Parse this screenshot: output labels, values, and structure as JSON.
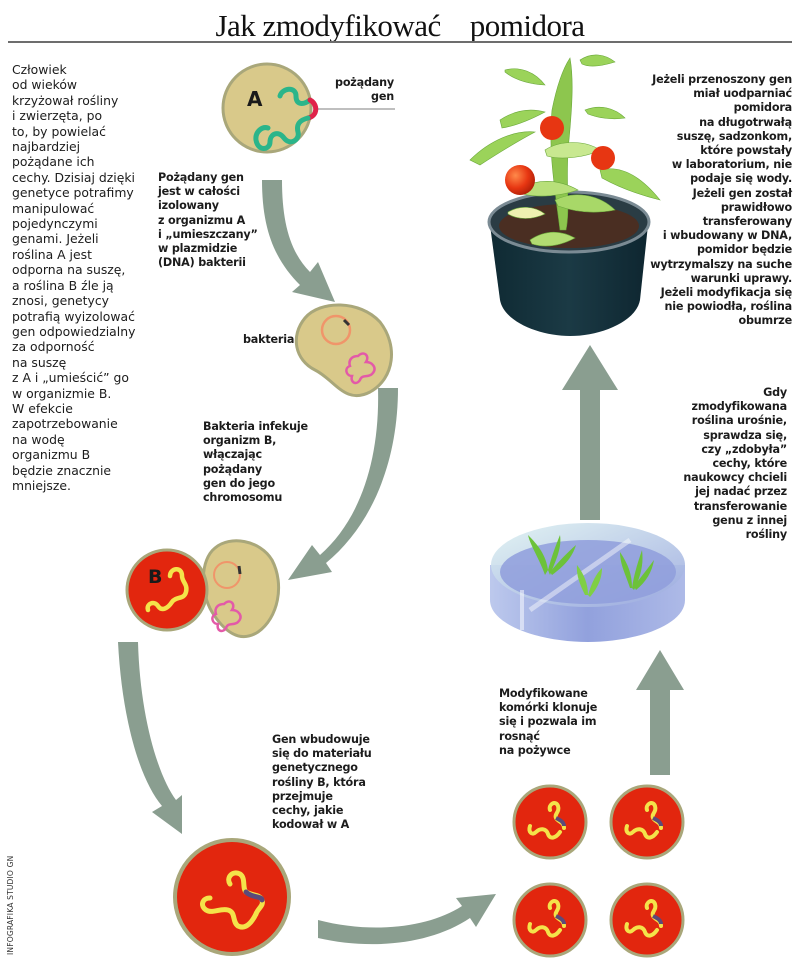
{
  "header": {
    "title": "Jak zmodyfikować    pomidora"
  },
  "intro_text": "Człowiek\nod wieków\nkrzyżował rośliny\ni zwierzęta, po\nto, by powielać\nnajbardziej\npożądane ich\ncechy. Dzisiaj dzięki\ngenetyce potrafimy\nmanipulować\npojedynczymi\ngenami. Jeżeli\nroślina A jest\nodporna na suszę,\na roślina B źle ją\nznosi, genetycy\npotrafią wyizolować\ngen odpowiedzialny\nza odporność\nna suszę\nz A i „umieścić” go\nw organizmie B.\nW efekcie\nzapotrzebowanie\nna wodę\norganizmu B\nbędzie znacznie\nmniejsze.",
  "labels": {
    "organism_a": "A",
    "organism_b": "B",
    "desired_gene": "pożądany\ngen",
    "bacterium": "bakteria"
  },
  "steps": [
    {
      "id": "isolate",
      "text": "Pożądany gen\njest w całości\nizolowany\nz organizmu A\ni „umieszczany”\nw plazmidzie\n(DNA) bakterii"
    },
    {
      "id": "infect",
      "text": "Bakteria infekuje\norganizm B,\nwłączając\npożądany\ngen do jego\nchromosomu"
    },
    {
      "id": "integrate",
      "text": "Gen wbudowuje\nsię do materiału\ngenetycznego\nrośliny B, która\nprzejmuje\ncechy, jakie\nkodował w A"
    },
    {
      "id": "clone",
      "text": "Modyfikowane\nkomórki klonuje\nsię i pozwala im\nrosnąć\nna pożywce"
    },
    {
      "id": "check",
      "text": "Gdy\nzmodyfikowana\nroślina urośnie,\nsprawdza się,\nczy „zdobyła”\ncechy, które\nnaukowcy chcieli\njej nadać przez\ntransferowanie\ngenu z innej\nrośliny"
    },
    {
      "id": "result",
      "text": "Jeżeli przenoszony gen\nmiał uodparniać\npomidora\nna długotrwałą\nsuszę, sadzonkom,\nktóre powstały\nw laboratorium, nie\npodaje się wody.\nJeżeli gen został\nprawidłowo\ntransferowany\ni wbudowany w DNA,\npomidor będzie\nwytrzymalszy na suche\nwarunki uprawy.\nJeżeli modyfikacja się\nnie powiodła, roślina\nobumrze"
    }
  ],
  "credit": "INFOGRAFIKA STUDIO GN",
  "colors": {
    "arrow": "#8a9e90",
    "cell_a_fill": "#d9c98a",
    "cell_border": "#a9a77a",
    "cell_b_fill": "#e2260e",
    "gene_green": "#2bb58a",
    "gene_red": "#e0224a",
    "gene_yellow": "#f4e34a",
    "gene_purple": "#5b4a7a",
    "plasmid": "#f0956a",
    "bacterial_dna": "#e35aa8",
    "pot": "#16303a",
    "tomato": "#e73612"
  }
}
